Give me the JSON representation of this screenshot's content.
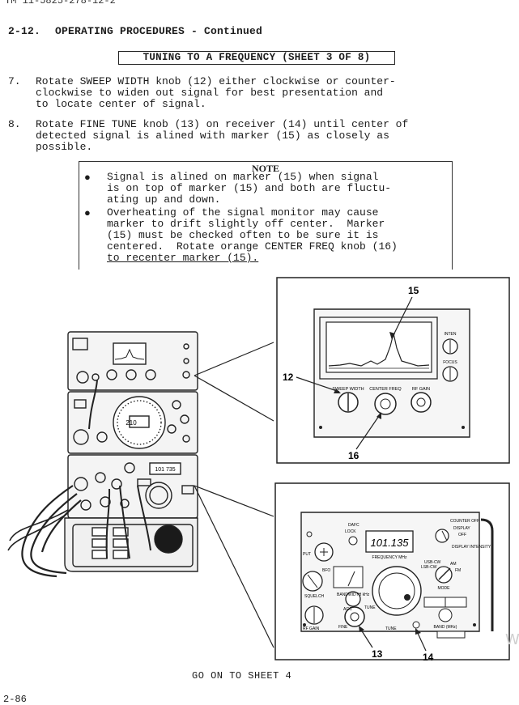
{
  "doc_id": "TM 11-5825-278-12-2",
  "section": {
    "number": "2-12.",
    "title": "OPERATING PROCEDURES - Continued"
  },
  "sheet_box": "TUNING TO A FREQUENCY (SHEET 3 OF 8)",
  "steps": [
    {
      "n": "7.",
      "lines": [
        "Rotate SWEEP WIDTH knob (12) either clockwise or counter-",
        "clockwise to widen out signal for best presentation and",
        "to locate center of signal."
      ]
    },
    {
      "n": "8.",
      "lines": [
        "Rotate FINE TUNE knob (13) on receiver (14) until center of",
        "detected signal is alined with marker (15) as closely as",
        "possible."
      ]
    }
  ],
  "note": {
    "title": "NOTE",
    "bullets": [
      [
        "Signal is alined on marker (15) when signal",
        "is on top of marker (15) and both are fluctu-",
        "ating up and down."
      ],
      [
        "Overheating of the signal monitor may cause",
        "marker to drift slightly off center.  Marker",
        "(15) must be checked often to be sure it is",
        "centered.  Rotate orange CENTER FREQ knob (16)",
        "to recenter marker (15)."
      ]
    ]
  },
  "callouts": {
    "c12": "12",
    "c13": "13",
    "c14": "14",
    "c15": "15",
    "c16": "16"
  },
  "monitor_panel": {
    "sweep": "SWEEP WIDTH",
    "center": "CENTER FREQ",
    "rf": "RF GAIN",
    "inten": "INTEN",
    "focus": "FOCUS"
  },
  "receiver_panel": {
    "freq_display": "101.135",
    "freq_label": "FREQUENCY MHz",
    "counter_off": "COUNTER OFF",
    "display": "DISPLAY",
    "off": "OFF",
    "display_intensity": "DISPLAY INTENSITY",
    "usb_cw": "USB-CW",
    "lsb_cw": "LSB-CW",
    "am": "AM",
    "fm": "FM",
    "mode": "MODE",
    "band": "BAND (MHz)",
    "afc": "DAFC",
    "lock": "LOCK",
    "put": "PUT",
    "bfo": "BFO",
    "squelch": "SQUELCH",
    "bandwidth": "BANDWIDTH kHz",
    "agc": "AGC",
    "fine": "FINE",
    "tune_small": "TUNE",
    "tune": "TUNE",
    "rf_gain": "RF GAIN"
  },
  "left_display": "101 735",
  "left_dial": "210",
  "footer": "GO ON TO SHEET 4",
  "page_number": "2-86",
  "watermark": "W"
}
